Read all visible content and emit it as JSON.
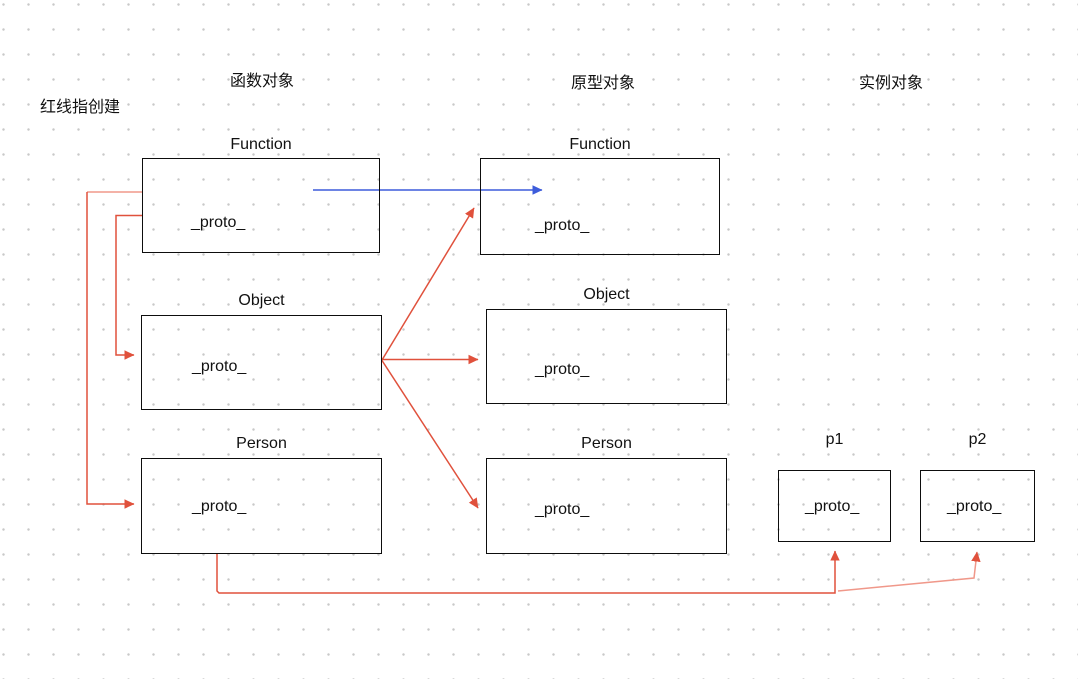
{
  "note": "红线指创建",
  "headers": {
    "functions": "函数对象",
    "prototypes": "原型对象",
    "instances": "实例对象"
  },
  "boxes": {
    "fn_function": {
      "label": "Function",
      "proto": "_proto_"
    },
    "fn_object": {
      "label": "Object",
      "proto": "_proto_"
    },
    "fn_person": {
      "label": "Person",
      "proto": "_proto_"
    },
    "proto_function": {
      "label": "Function",
      "proto": "_proto_"
    },
    "proto_object": {
      "label": "Object",
      "proto": "_proto_"
    },
    "proto_person": {
      "label": "Person",
      "proto": "_proto_"
    },
    "p1": {
      "label": "p1",
      "proto": "_proto_"
    },
    "p2": {
      "label": "p2",
      "proto": "_proto_"
    }
  },
  "colors": {
    "red": "#e0513c",
    "red_light": "#f0988a",
    "blue": "#3d5cdb",
    "border": "#0d0d0d",
    "dot": "#c9c9c9"
  }
}
